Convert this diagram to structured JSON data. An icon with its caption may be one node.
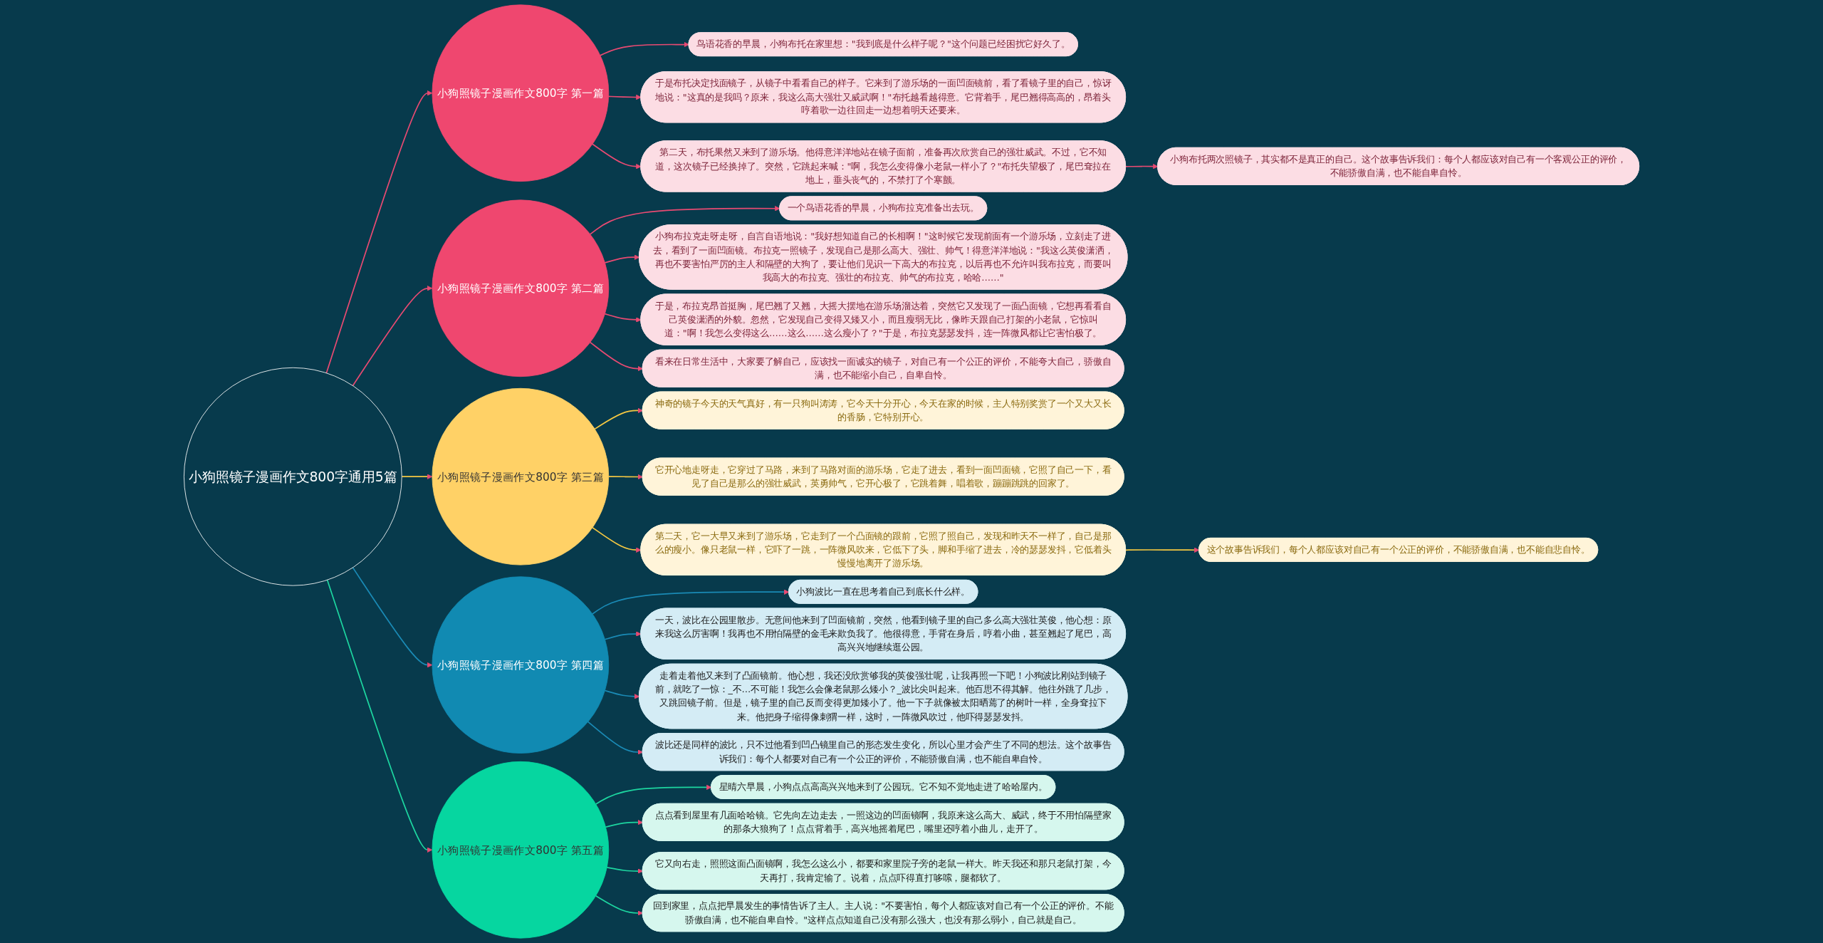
{
  "diagram": {
    "nodes": [
      {
        "text": [
          "小狗照镜子漫画作文800字通用5篇"
        ]
      },
      {
        "text": [
          "小狗照镜子漫画作文800字 第一篇"
        ]
      },
      {
        "text": [
          "鸟语花香的早晨，小狗布托在家里想：\"我到底是什么样子呢？\"这个问题已经困扰它好久了。"
        ]
      },
      {
        "text": [
          "于是布托决定找面镜子，从镜子中看看自己的样子。它来到了游乐场的一面凹面镜前，看了看镜子里的自己，惊讶地说：\"这真的是我吗？原来，我这么高大强壮又威武啊！\"布托越看越得意。它背着手，尾巴翘得高高的，昂着头哼着歌一边往回走一边想着明天还要来。"
        ]
      },
      {
        "text": [
          "第二天，布托果然又来到了游乐场。他得意洋洋地站在镜子面前，准备再次欣赏自己的强壮威武。不过，它不知道，这次镜子已经换掉了。突然，它跳起来喊：\"啊，我怎么变得像小老鼠一样小了？\"布托失望极了，尾巴耷拉在地上，垂头丧气的，不禁打了个寒颤。"
        ]
      },
      {
        "text": [
          "小狗布托两次照镜子，其实都不是真正的自己。这个故事告诉我们：每个人都应该对自己有一个客观公正的评价，不能骄傲自满，也不能自卑自怜。"
        ]
      },
      {
        "text": [
          "小狗照镜子漫画作文800字 第二篇"
        ]
      },
      {
        "text": [
          "一个鸟语花香的早晨，小狗布拉克准备出去玩。"
        ]
      },
      {
        "text": [
          "小狗布拉克走呀走呀，自言自语地说：\"我好想知道自己的长相啊！\"这时候它发现前面有一个游乐场，立刻走了进去，看到了一面凹面镜。布拉克一照镜子，发现自己是那么高大、强壮、帅气！得意洋洋地说：\"我这么英俊潇洒，再也不要害怕严厉的主人和隔壁的大狗了，要让他们见识一下高大的布拉克，以后再也不允许叫我布拉克，而要叫我高大的布拉克、强壮的布拉克、帅气的布拉克，哈哈……\""
        ]
      },
      {
        "text": [
          "于是，布拉克昂首挺胸，尾巴翘了又翘，大摇大摆地在游乐场溜达着，突然它又发现了一面凸面镜，它想再看看自己英俊潇洒的外貌。忽然，它发现自己变得又矮又小，而且瘦弱无比，像昨天跟自己打架的小老鼠，它惊叫道：\"啊！我怎么变得这么……这么……这么瘦小了？\"于是，布拉克瑟瑟发抖，连一阵微风都让它害怕极了。"
        ]
      },
      {
        "text": [
          "看来在日常生活中，大家要了解自己，应该找一面诚实的镜子，对自己有一个公正的评价，不能夸大自己，骄傲自满，也不能缩小自己，自卑自怜。"
        ]
      },
      {
        "text": [
          "小狗照镜子漫画作文800字 第三篇"
        ]
      },
      {
        "text": [
          "神奇的镜子今天的天气真好，有一只狗叫涛涛，它今天十分开心，今天在家的时候，主人特别奖赏了一个又大又长的香肠，它特别开心。"
        ]
      },
      {
        "text": [
          "它开心地走呀走，它穿过了马路，来到了马路对面的游乐场，它走了进去，看到一面凹面镜，它照了自己一下，看见了自己是那么的强壮威武，英勇帅气，它开心极了，它跳着舞，唱着歌，蹦蹦跳跳的回家了。"
        ]
      },
      {
        "text": [
          "第二天，它一大早又来到了游乐场，它走到了一个凸面镜的跟前，它照了照自己，发现和昨天不一样了，自己是那么的瘦小。像只老鼠一样，它吓了一跳，一阵微风吹来，它低下了头，脚和手缩了进去，冷的瑟瑟发抖，它低着头慢慢地离开了游乐场。"
        ]
      },
      {
        "text": [
          "这个故事告诉我们，每个人都应该对自己有一个公正的评价，不能骄傲自满，也不能自悲自怜。"
        ]
      },
      {
        "text": [
          "小狗照镜子漫画作文800字 第四篇"
        ]
      },
      {
        "text": [
          "小狗波比一直在思考着自己到底长什么样。"
        ]
      },
      {
        "text": [
          "一天，波比在公园里散步。无意间他来到了凹面镜前，突然，他看到镜子里的自己多么高大强壮英俊，他心想：原来我这么厉害啊！我再也不用怕隔壁的金毛来欺负我了。他很得意，手背在身后，哼着小曲，甚至翘起了尾巴，高高兴兴地继续逛公园。"
        ]
      },
      {
        "text": [
          "走着走着他又来到了凸面镜前。他心想，我还没欣赏够我的英俊强壮呢，让我再照一下吧！小狗波比刚站到镜子前，就吃了一惊：_不…不可能！我怎么会像老鼠那么矮小？_波比尖叫起来。他百思不得其解。他往外跳了几步，又跳回镜子前。但是，镜子里的自己反而变得更加矮小了。他一下子就像被太阳晒蔫了的树叶一样，全身耷拉下来。他把身子缩得像刺猬一样，这时，一阵微风吹过，他吓得瑟瑟发抖。"
        ]
      },
      {
        "text": [
          "波比还是同样的波比，只不过他看到凹凸镜里自己的形态发生变化，所以心里才会产生了不同的想法。这个故事告诉我们：每个人都要对自己有一个公正的评价，不能骄傲自满，也不能自卑自怜。"
        ]
      },
      {
        "text": [
          "小狗照镜子漫画作文800字 第五篇"
        ]
      },
      {
        "text": [
          "星晴六早晨，小狗点点高高兴兴地来到了公园玩。它不知不觉地走进了哈哈屋内。"
        ]
      },
      {
        "text": [
          "点点看到屋里有几面哈哈镜。它先向左边走去，一照这边的凹面镜啊，我原来这么高大、威武，终于不用怕隔壁家的那条大狼狗了！点点背着手，高兴地摇着尾巴，嘴里还哼着小曲儿，走开了。"
        ]
      },
      {
        "text": [
          "它又向右走，照照这面凸面镜啊，我怎么这么小，都要和家里院子旁的老鼠一样大。昨天我还和那只老鼠打架，今天再打，我肯定输了。说着，点点吓得直打哆嗦，腿都软了。"
        ]
      },
      {
        "text": [
          "回到家里，点点把早晨发生的事情告诉了主人。主人说：\"不要害怕，每个人都应该对自己有一个公正的评价。不能骄傲自满，也不能自卑自怜。\"这样点点知道自己没有那么强大，也没有那么弱小，自己就是自己。"
        ]
      }
    ],
    "edges": [
      {
        "from": 0,
        "to": 1,
        "arrow": "to"
      },
      {
        "from": 1,
        "to": 2,
        "arrow": "to"
      },
      {
        "from": 1,
        "to": 3,
        "arrow": "to"
      },
      {
        "from": 1,
        "to": 4,
        "arrow": "to"
      },
      {
        "from": 4,
        "to": 5,
        "arrow": "to"
      },
      {
        "from": 0,
        "to": 6,
        "arrow": "to"
      },
      {
        "from": 6,
        "to": 7,
        "arrow": "to"
      },
      {
        "from": 6,
        "to": 8,
        "arrow": "to"
      },
      {
        "from": 6,
        "to": 9,
        "arrow": "to"
      },
      {
        "from": 6,
        "to": 10,
        "arrow": "to"
      },
      {
        "from": 0,
        "to": 11,
        "arrow": "to",
        "color": "#f5c842"
      },
      {
        "from": 11,
        "to": 12,
        "arrow": "to",
        "color": "#f5c842"
      },
      {
        "from": 11,
        "to": 13,
        "arrow": "to",
        "color": "#f5c842"
      },
      {
        "from": 11,
        "to": 14,
        "arrow": "to",
        "color": "#f5c842"
      },
      {
        "from": 14,
        "to": 15,
        "arrow": "to",
        "color": "#f5c842"
      },
      {
        "from": 0,
        "to": 16,
        "arrow": "to",
        "color": "#1a8ab5"
      },
      {
        "from": 16,
        "to": 17,
        "arrow": "to",
        "color": "#1a8ab5"
      },
      {
        "from": 16,
        "to": 18,
        "arrow": "to",
        "color": "#1a8ab5"
      },
      {
        "from": 16,
        "to": 19,
        "arrow": "to",
        "color": "#1a8ab5"
      },
      {
        "from": 16,
        "to": 20,
        "arrow": "to",
        "color": "#1a8ab5"
      },
      {
        "from": 0,
        "to": 21,
        "arrow": "to",
        "color": "#1dd6a0"
      },
      {
        "from": 21,
        "to": 22,
        "arrow": "to",
        "color": "#1dd6a0"
      },
      {
        "from": 21,
        "to": 23,
        "arrow": "to",
        "color": "#1dd6a0"
      },
      {
        "from": 21,
        "to": 24,
        "arrow": "to",
        "color": "#1dd6a0"
      },
      {
        "from": 21,
        "to": 25,
        "arrow": "to",
        "color": "#1dd6a0"
      }
    ]
  }
}
